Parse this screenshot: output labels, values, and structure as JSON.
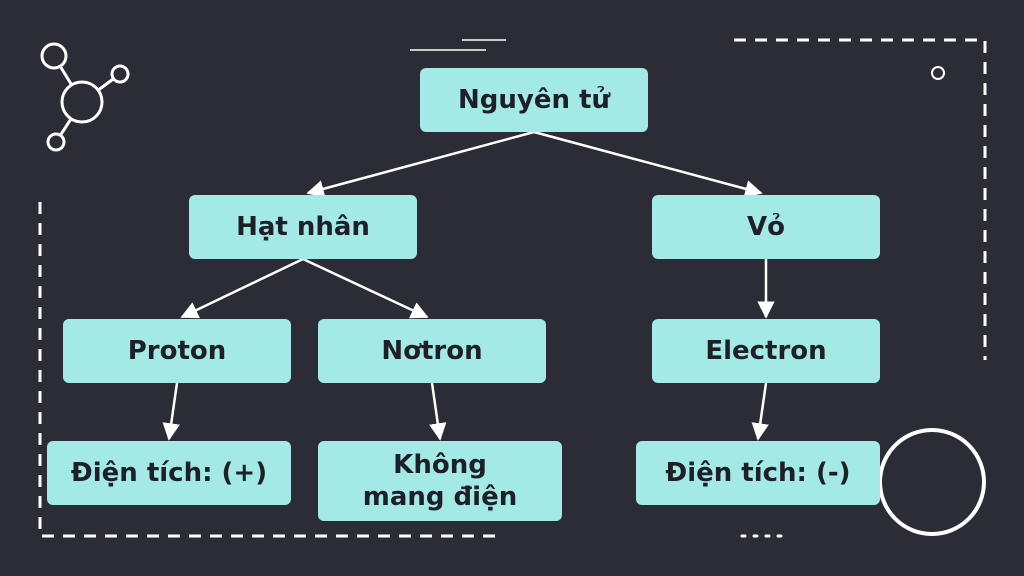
{
  "diagram": {
    "nodes": {
      "root": "Nguyên tử",
      "nucleus": "Hạt nhân",
      "shell": "Vỏ",
      "proton": "Proton",
      "neutron": "Nơtron",
      "electron": "Electron",
      "proton_charge": "Điện tích: (+)",
      "neutron_charge": "Không mang điện",
      "electron_charge": "Điện tích: (-)"
    },
    "edges": [
      [
        "root",
        "nucleus"
      ],
      [
        "root",
        "shell"
      ],
      [
        "nucleus",
        "proton"
      ],
      [
        "nucleus",
        "neutron"
      ],
      [
        "shell",
        "electron"
      ],
      [
        "proton",
        "proton_charge"
      ],
      [
        "neutron",
        "neutron_charge"
      ],
      [
        "electron",
        "electron_charge"
      ]
    ]
  },
  "colors": {
    "background": "#2b2c35",
    "node_fill": "#a3e9e6",
    "node_text": "#1f2027",
    "line": "#ffffff"
  }
}
